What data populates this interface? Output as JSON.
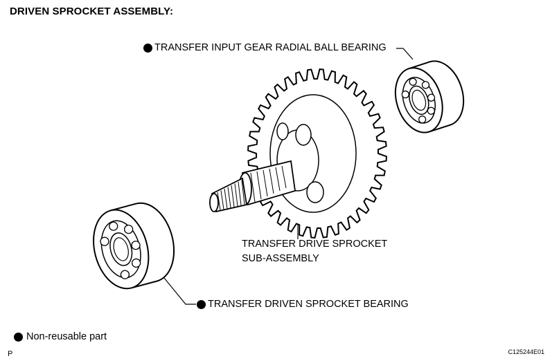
{
  "title": "DRIVEN SPROCKET ASSEMBLY:",
  "labels": {
    "top_bearing": "TRANSFER INPUT GEAR RADIAL BALL BEARING",
    "sprocket_line1": "TRANSFER DRIVE SPROCKET",
    "sprocket_line2": "SUB-ASSEMBLY",
    "bottom_bearing": "TRANSFER DRIVEN SPROCKET BEARING"
  },
  "legend": {
    "text": "Non-reusable part"
  },
  "corner_mark": "P",
  "figure_code": "C125244E01",
  "colors": {
    "ink": "#000000",
    "background": "#ffffff"
  }
}
